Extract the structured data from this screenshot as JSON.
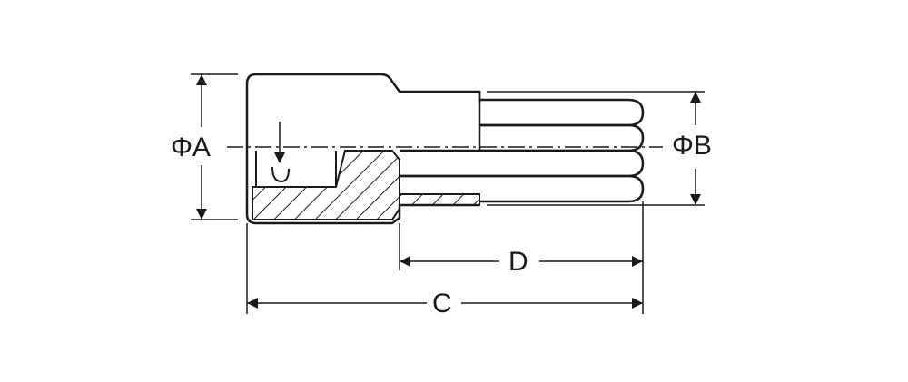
{
  "labels": {
    "dia_a": "ΦA",
    "dia_b": "ΦB",
    "len_c": "C",
    "len_d": "D"
  },
  "colors": {
    "line": "#1a1a1a",
    "background": "#ffffff"
  }
}
